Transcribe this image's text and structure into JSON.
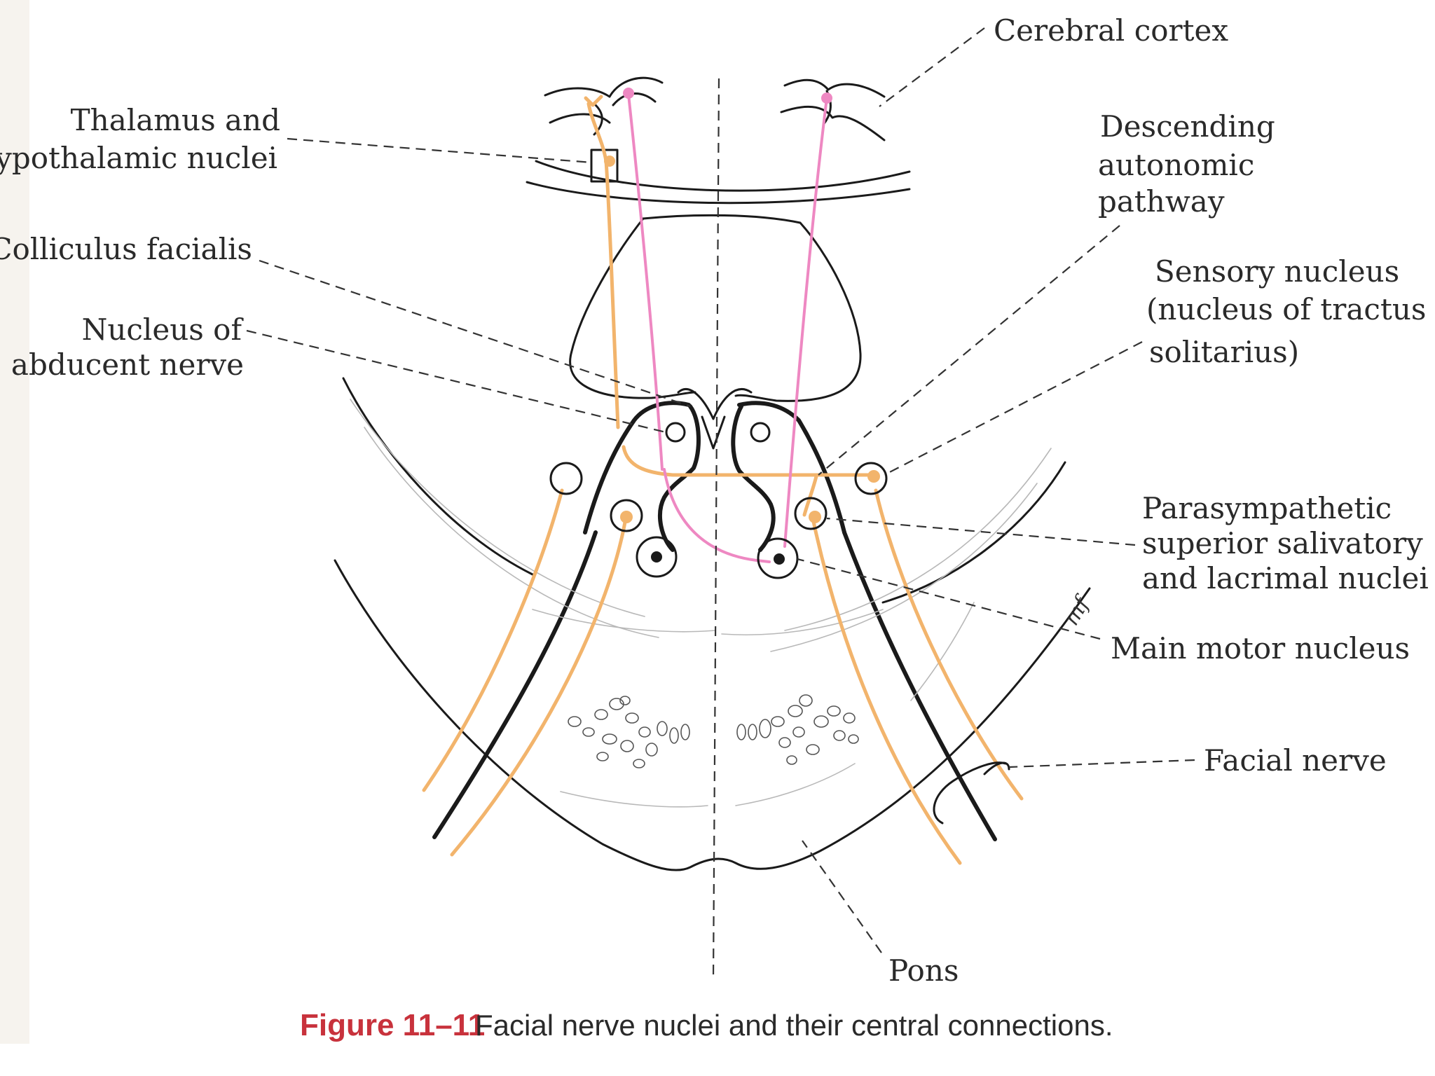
{
  "labels": {
    "cerebral_cortex": "Cerebral cortex",
    "thalamus_line1": "Thalamus and",
    "thalamus_line2": "hypothalamic nuclei",
    "colliculus": "Colliculus facialis",
    "abducent_line1": "Nucleus of",
    "abducent_line2": "abducent nerve",
    "descending_line1": "Descending",
    "descending_line2": "autonomic",
    "descending_line3": "pathway",
    "sensory_line1": "Sensory nucleus",
    "sensory_line2": "(nucleus of tractus",
    "sensory_line3": "solitarius)",
    "parasym_line1": "Parasympathetic",
    "parasym_line2": "superior salivatory",
    "parasym_line3": "and lacrimal nuclei",
    "main_motor": "Main motor nucleus",
    "facial_nerve": "Facial nerve",
    "pons": "Pons",
    "margin_mark": "mf"
  },
  "caption": {
    "number": "Figure 11–11",
    "text": "Facial nerve nuclei and their central connections."
  },
  "colors": {
    "pathway_orange": "#f2b46c",
    "pathway_pink": "#ee88c2",
    "caption_red": "#c8323c",
    "ink": "#1a1a1a"
  }
}
